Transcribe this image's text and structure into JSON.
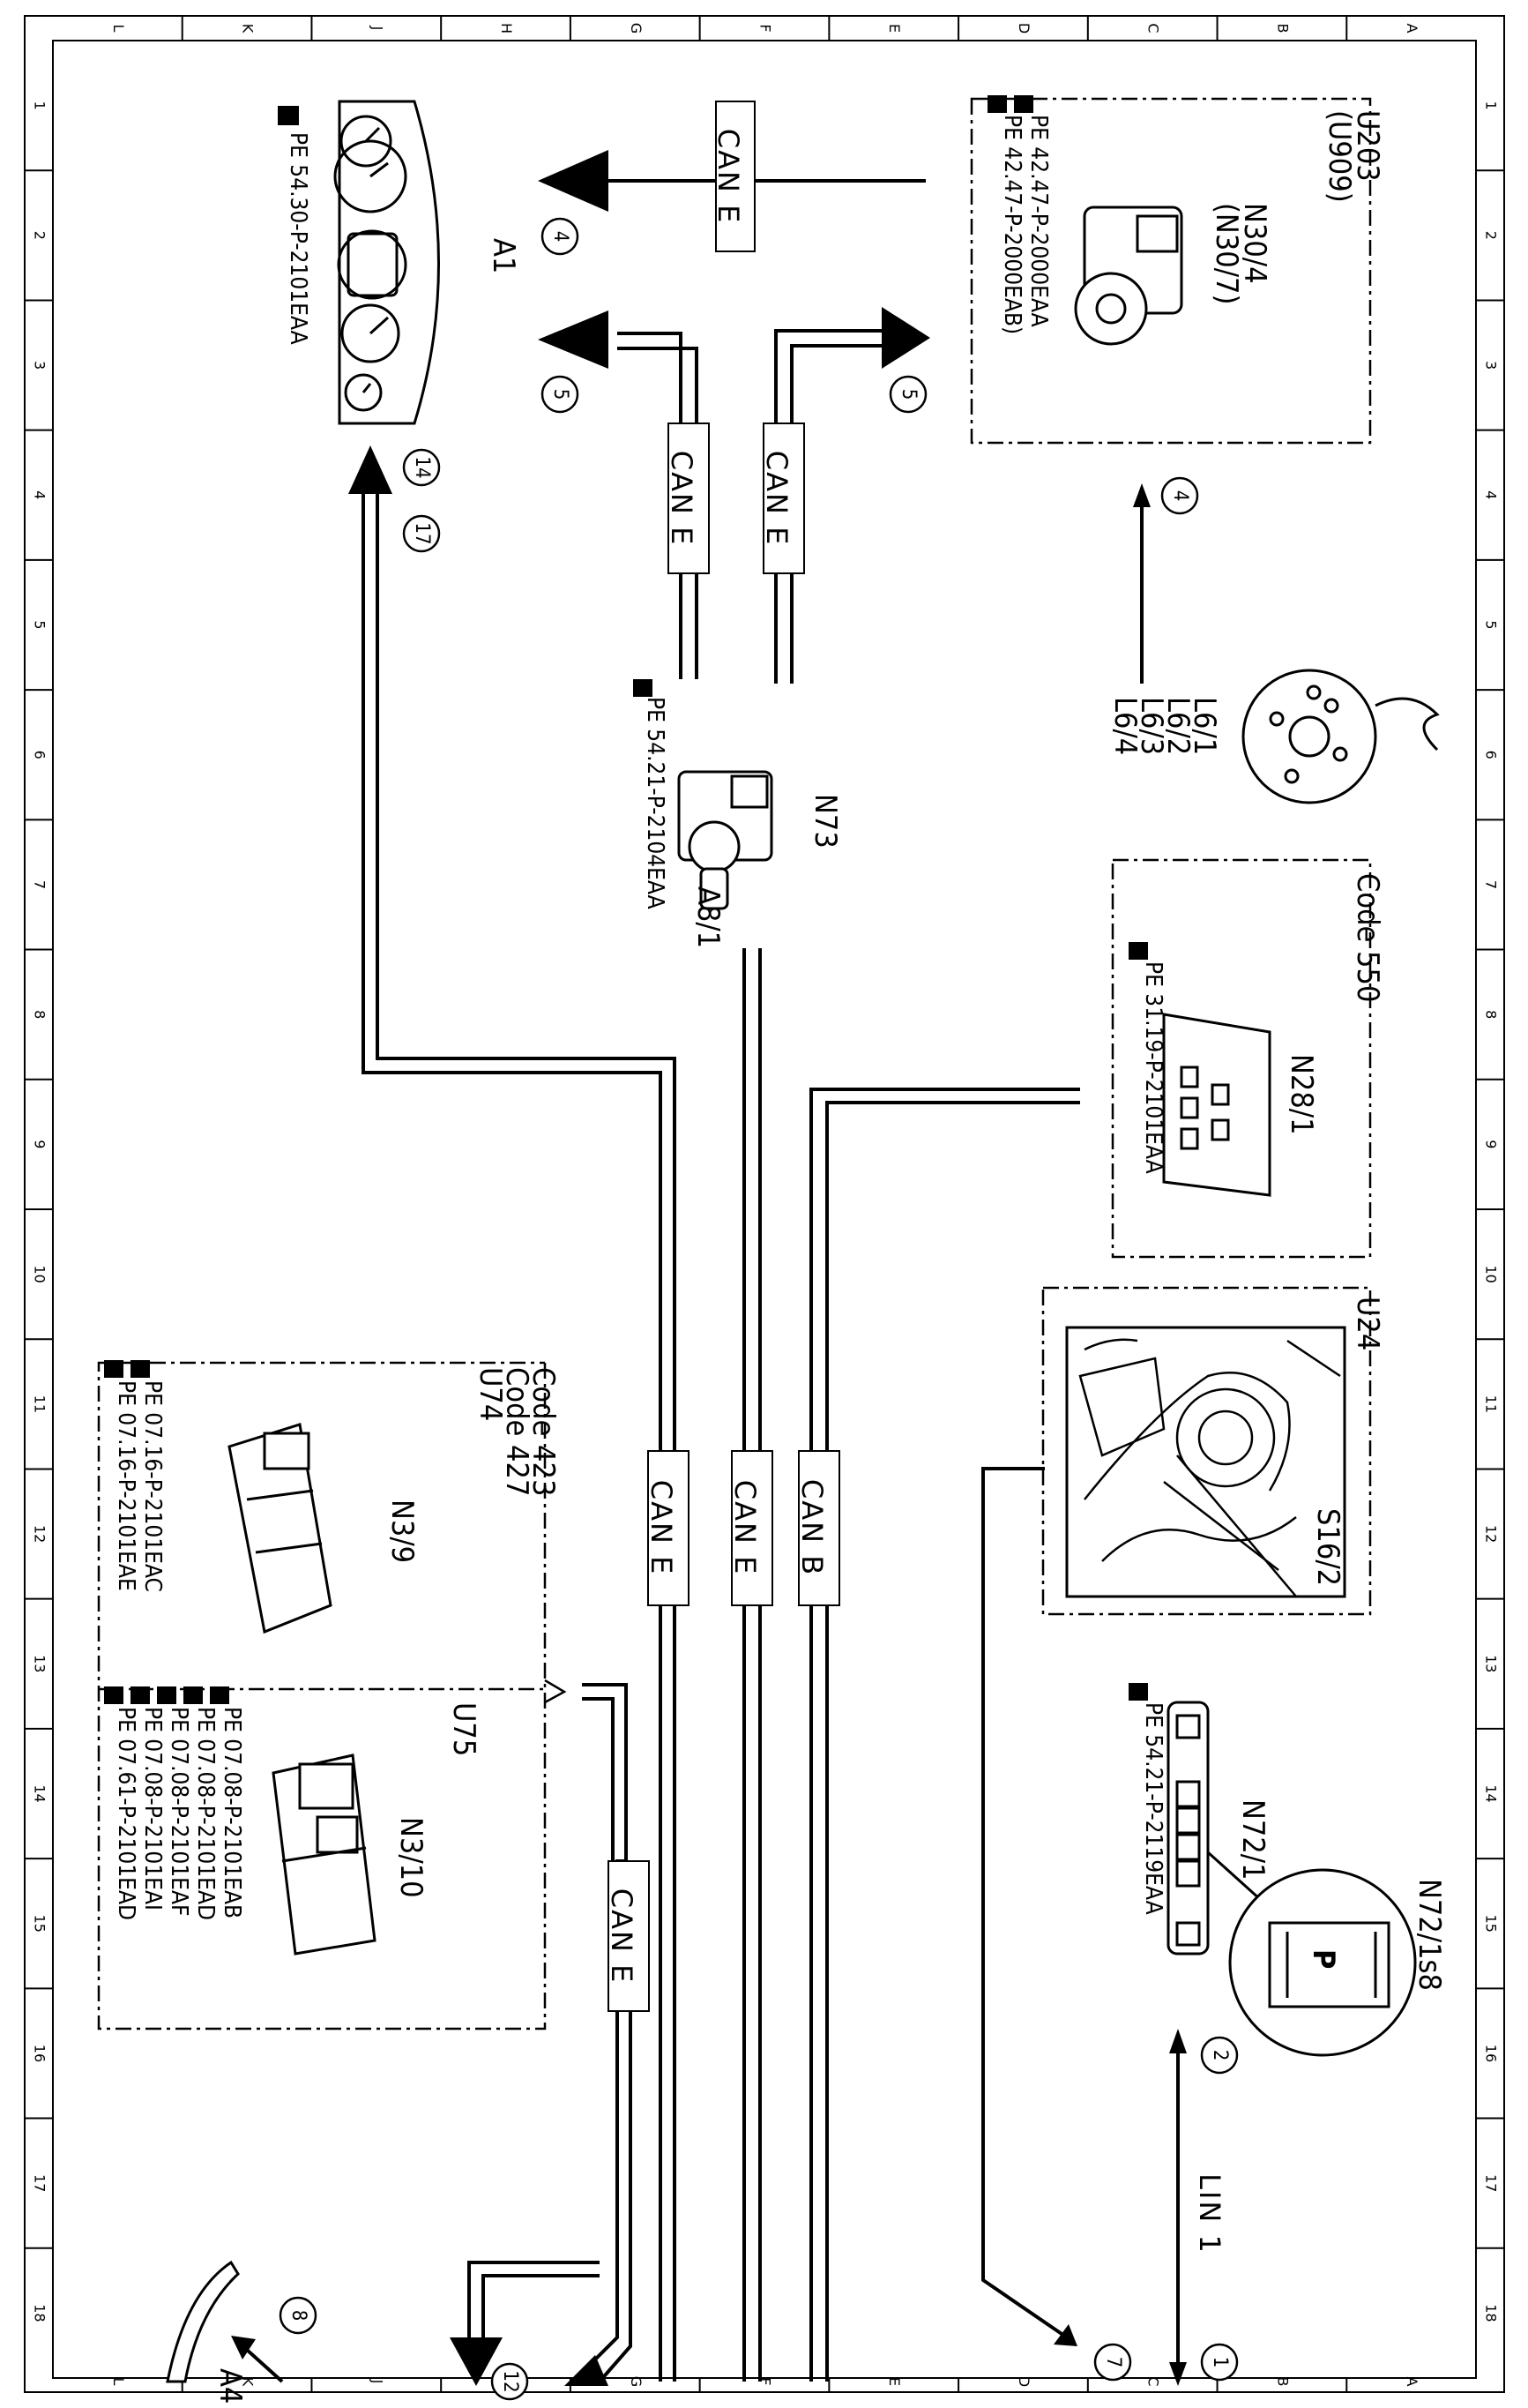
{
  "grid": {
    "letters": [
      "L",
      "K",
      "J",
      "H",
      "G",
      "F",
      "E",
      "D",
      "C",
      "B",
      "A"
    ],
    "numbers": [
      "1",
      "2",
      "3",
      "4",
      "5",
      "6",
      "7",
      "8",
      "9",
      "10",
      "11",
      "12",
      "13",
      "14",
      "15",
      "16",
      "17",
      "18"
    ]
  },
  "buses": {
    "can_e": "CAN E",
    "can_b": "CAN B",
    "lin_1": "LIN 1"
  },
  "components": {
    "a1": {
      "id": "A1",
      "ref": "PE 54.30-P-2101EAA"
    },
    "u203": {
      "title": "U203",
      "subtitle": "(U909)",
      "id": "N30/4",
      "id2": "(N30/7)",
      "ref1": "PE 42.47-P-2000EAA",
      "ref2": "PE 42.47-P-2000EAB)"
    },
    "l6": {
      "ids": [
        "L6/1",
        "L6/2",
        "L6/3",
        "L6/4"
      ]
    },
    "n73": {
      "id": "N73",
      "id2": "A8/1",
      "ref": "PE 54.21-P-2104EAA"
    },
    "code550": {
      "title": "Code 550",
      "id": "N28/1",
      "ref": "PE 31.19-P-2101EAA"
    },
    "u24": {
      "title": "U24",
      "id": "S16/2"
    },
    "n72": {
      "id": "N72/1",
      "switch": "N72/1s8",
      "ref": "PE 54.21-P-2119EAA",
      "symbol": "P"
    },
    "u74": {
      "code1": "Code 423",
      "code2": "Code 427",
      "title": "U74",
      "id": "N3/9",
      "refs": [
        "PE 07.16-P-2101EAC",
        "PE 07.16-P-2101EAE"
      ]
    },
    "u75": {
      "title": "U75",
      "id": "N3/10",
      "refs": [
        "PE 07.08-P-2101EAB",
        "PE 07.08-P-2101EAD",
        "PE 07.08-P-2101EAF",
        "PE 07.08-P-2101EAI",
        "PE 07.61-P-2101EAD"
      ]
    },
    "a4": {
      "id": "A4"
    }
  },
  "callouts": [
    "1",
    "2",
    "4",
    "4",
    "5",
    "5",
    "7",
    "8",
    "12",
    "14",
    "17"
  ],
  "colors": {
    "ink": "#000000",
    "paper": "#ffffff",
    "label_bg": "#f4f4f4"
  }
}
